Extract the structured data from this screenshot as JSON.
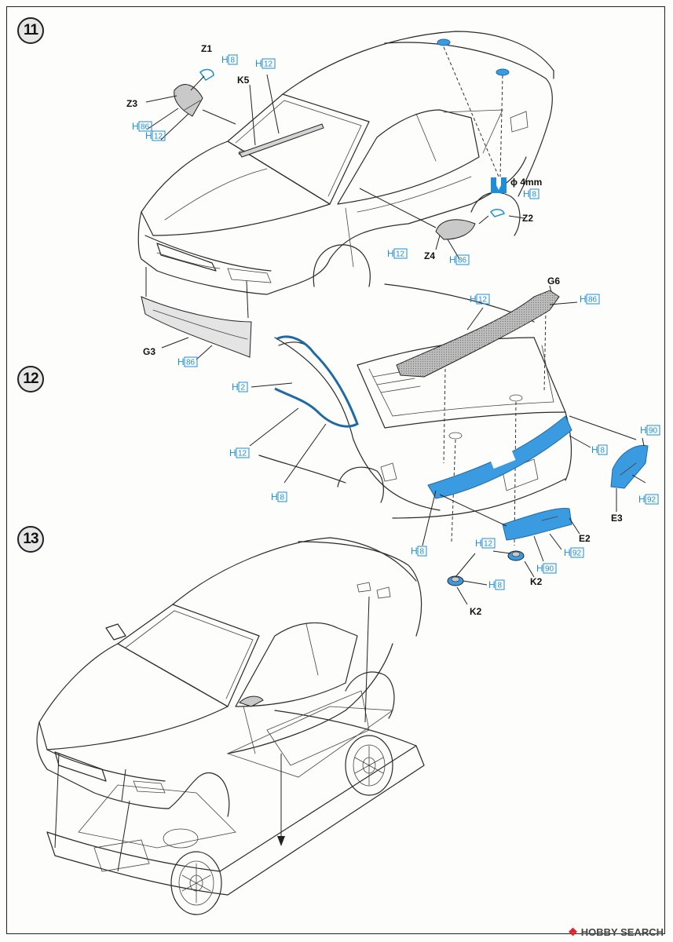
{
  "steps": [
    {
      "number": "11"
    },
    {
      "number": "12"
    },
    {
      "number": "13"
    }
  ],
  "parts": {
    "z1": "Z1",
    "z2": "Z2",
    "z3": "Z3",
    "z4": "Z4",
    "k5": "K5",
    "g3": "G3",
    "g6": "G6",
    "e2": "E2",
    "e3": "E3",
    "k2a": "K2",
    "k2b": "K2"
  },
  "paint": {
    "prefix": "H",
    "h8": "8",
    "h12": "12",
    "h86": "86",
    "h2": "2",
    "h90": "90",
    "h92": "92"
  },
  "note_drill": "ϕ 4mm",
  "watermark": {
    "logo": "❖",
    "text": "HOBBY SEARCH"
  },
  "colors": {
    "paint_blue": "#1e8fd6",
    "fill_blue": "#3b9be0",
    "spoiler_grey": "#b8b8b8",
    "ink": "#2a2a2a"
  }
}
